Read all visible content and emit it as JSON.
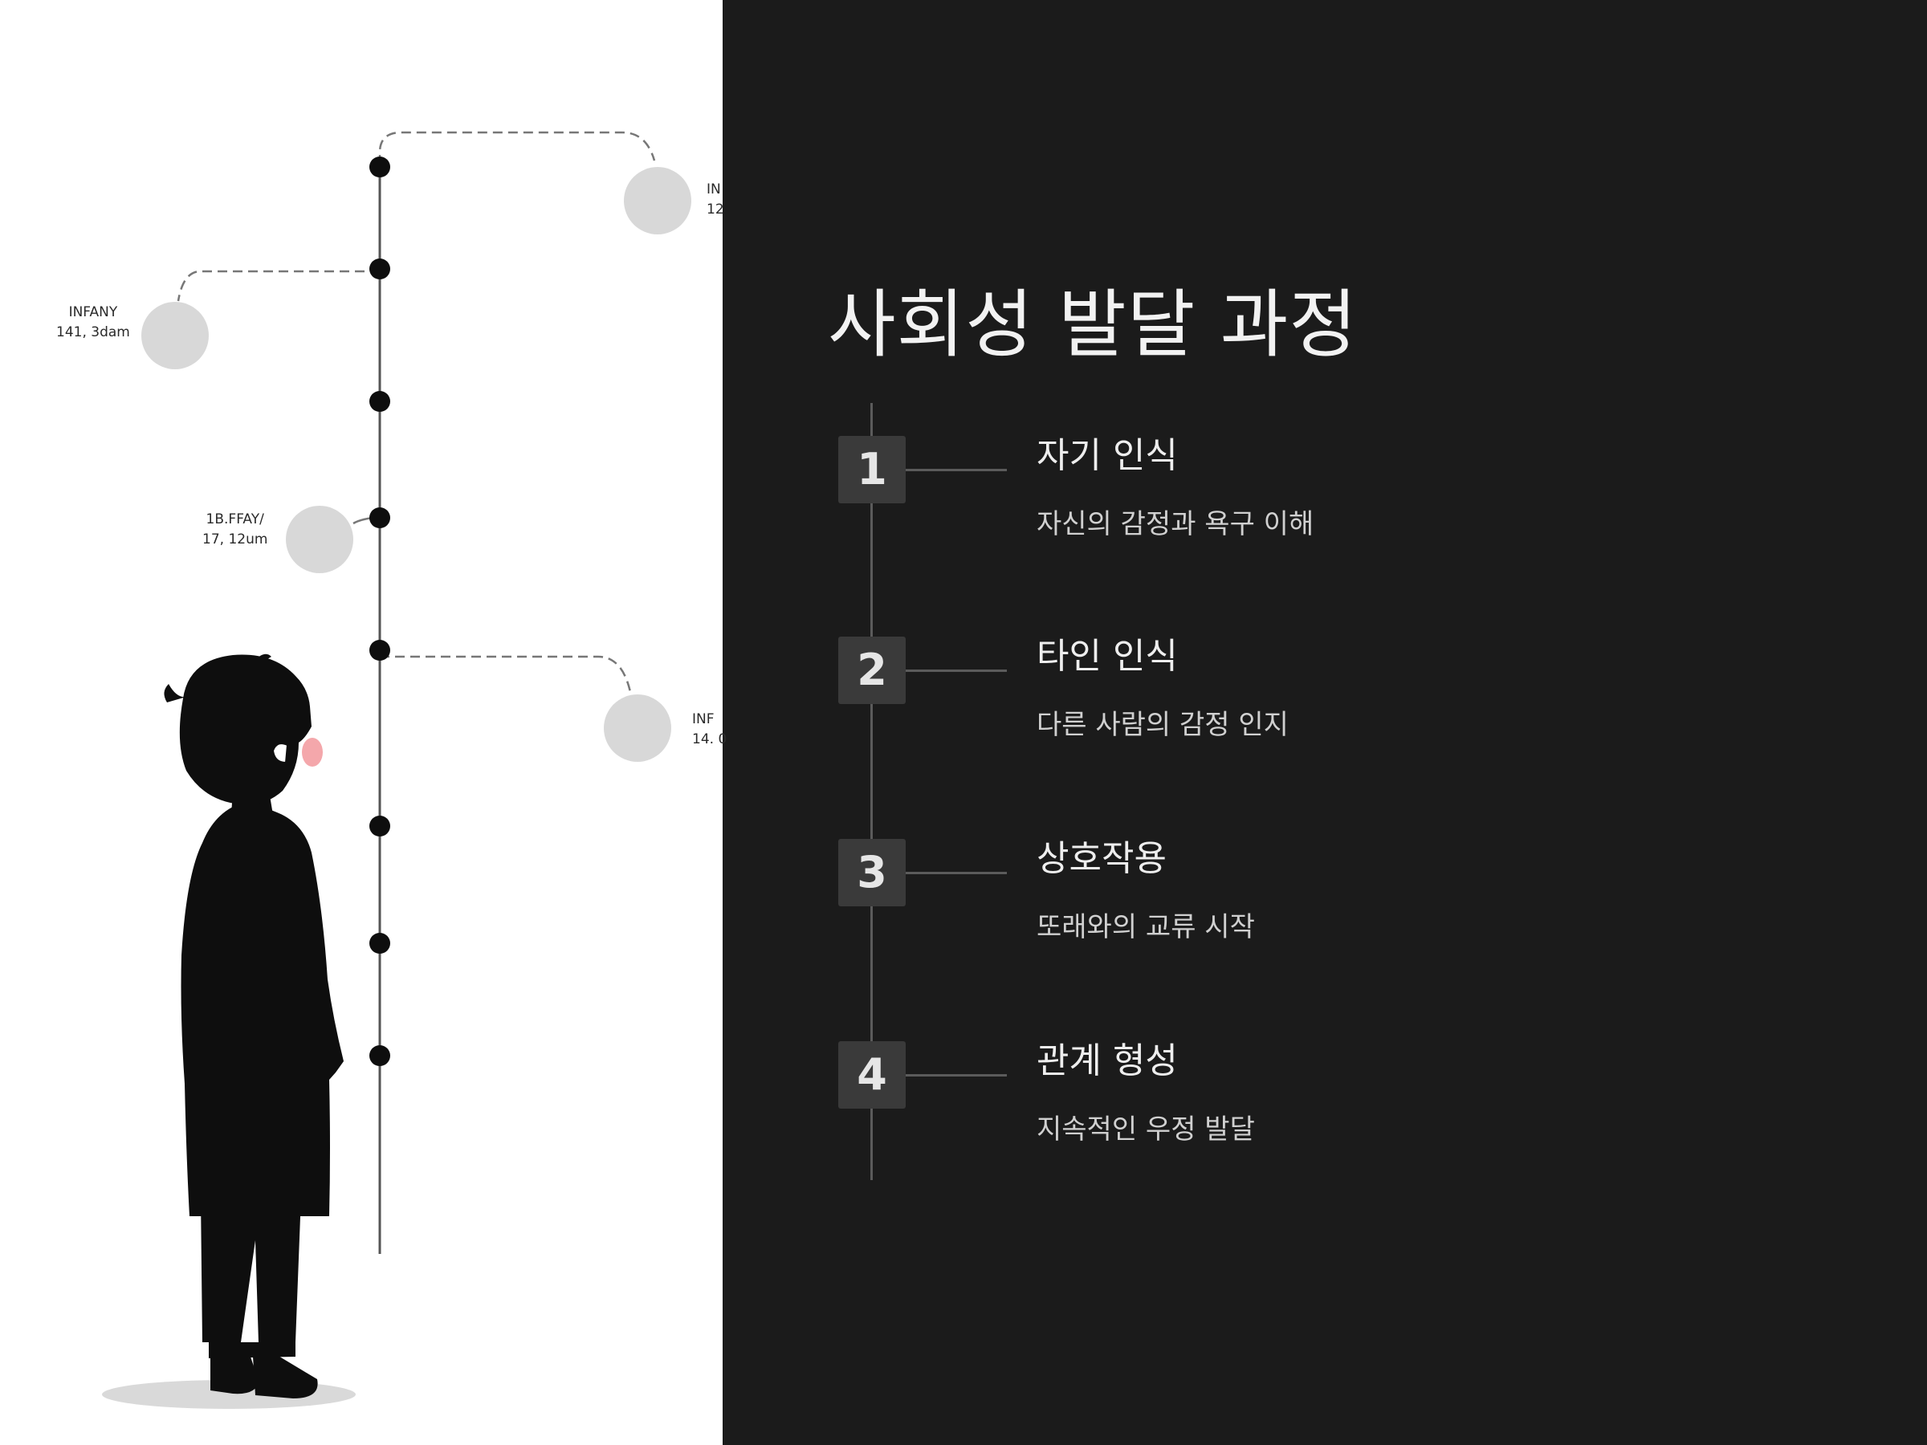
{
  "slide": {
    "title": "사회성 발달 과정"
  },
  "illustration": {
    "labels": [
      {
        "line1": "INFANY",
        "line2": "141, 3dam"
      },
      {
        "line1": "1B.FFAY/",
        "line2": "17, 12um"
      },
      {
        "line1": "IN",
        "line2": "12"
      },
      {
        "line1": "INF",
        "line2": "14. 0"
      }
    ],
    "colors": {
      "figure": "#0e0e0e",
      "cheek": "#f4a7ab",
      "node": "#d8d8d8",
      "line": "#555555"
    }
  },
  "steps": [
    {
      "number": "1",
      "title": "자기 인식",
      "description": "자신의 감정과 욕구 이해"
    },
    {
      "number": "2",
      "title": "타인 인식",
      "description": "다른 사람의 감정 인지"
    },
    {
      "number": "3",
      "title": "상호작용",
      "description": "또래와의 교류 시작"
    },
    {
      "number": "4",
      "title": "관계 형성",
      "description": "지속적인 우정 발달"
    }
  ]
}
